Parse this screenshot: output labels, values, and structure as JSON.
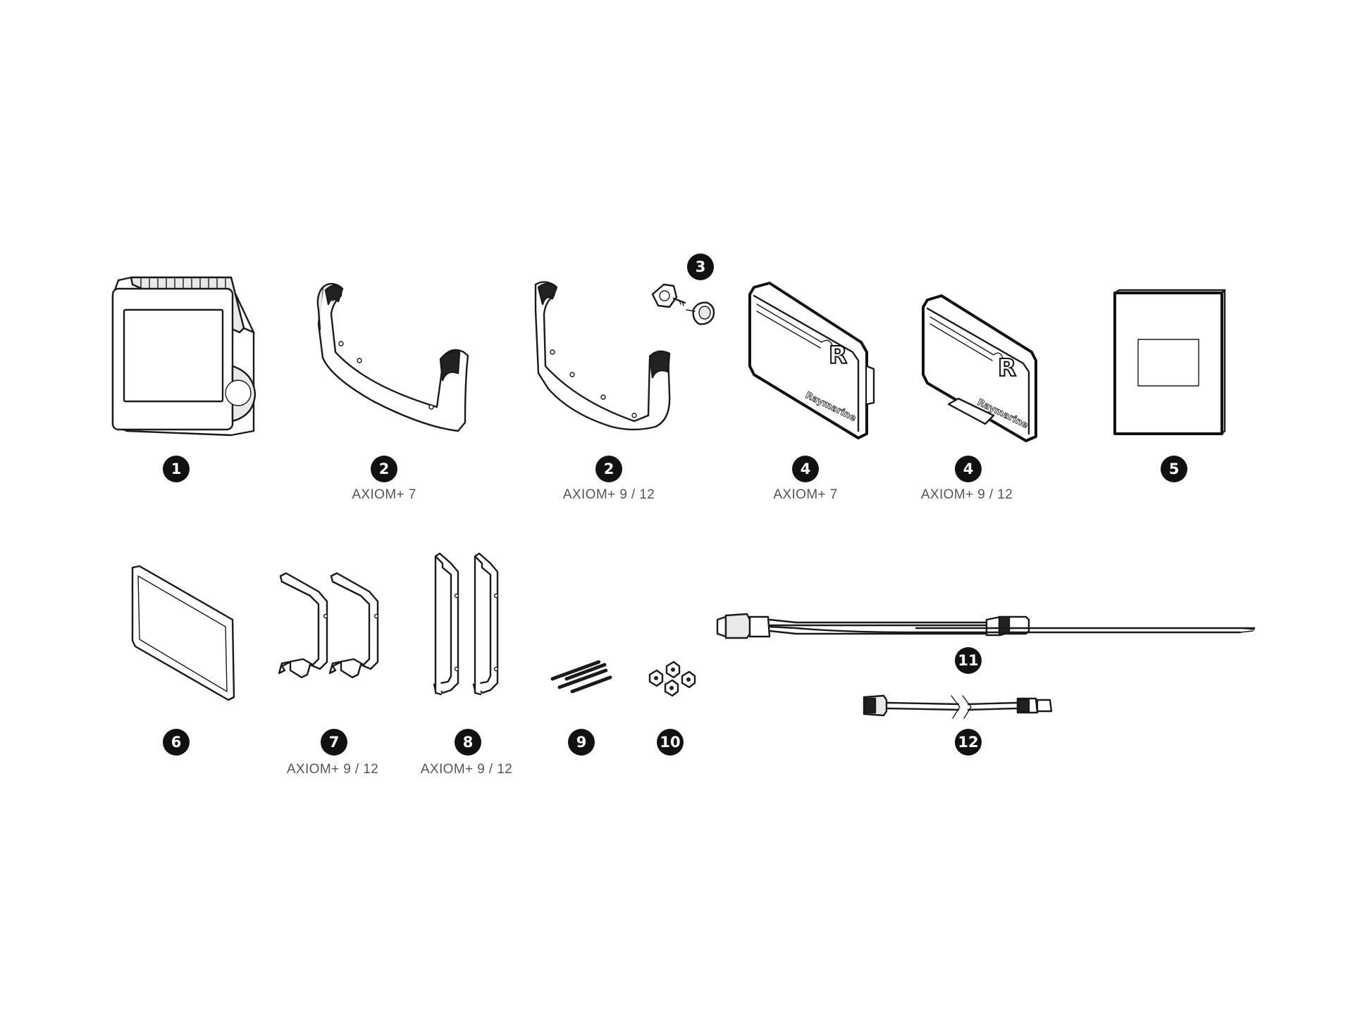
{
  "parts": [
    {
      "number": "1",
      "caption": ""
    },
    {
      "number": "2",
      "caption": "AXIOM+ 7"
    },
    {
      "number": "2",
      "caption": "AXIOM+ 9 / 12"
    },
    {
      "number": "3",
      "caption": ""
    },
    {
      "number": "4",
      "caption": "AXIOM+ 7"
    },
    {
      "number": "4",
      "caption": "AXIOM+ 9 / 12"
    },
    {
      "number": "5",
      "caption": ""
    },
    {
      "number": "6",
      "caption": ""
    },
    {
      "number": "7",
      "caption": "AXIOM+ 9 / 12"
    },
    {
      "number": "8",
      "caption": "AXIOM+ 9 / 12"
    },
    {
      "number": "9",
      "caption": ""
    },
    {
      "number": "10",
      "caption": ""
    },
    {
      "number": "11",
      "caption": ""
    },
    {
      "number": "12",
      "caption": ""
    }
  ],
  "cover_logo": {
    "letter": "R",
    "brand": "Raymarine"
  },
  "colors": {
    "ink": "#1a1a1a",
    "badge": "#111111",
    "caption": "#555555",
    "background": "#ffffff"
  }
}
